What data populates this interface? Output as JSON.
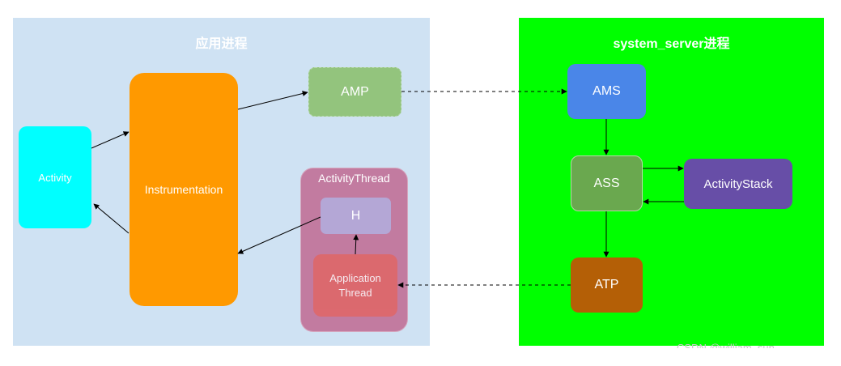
{
  "left_panel": {
    "title": "应用进程"
  },
  "right_panel": {
    "title": "system_server进程"
  },
  "nodes": {
    "activity": "Activity",
    "instrumentation": "Instrumentation",
    "amp": "AMP",
    "activity_thread": "ActivityThread",
    "h": "H",
    "application_thread": "Application\nThread",
    "ams": "AMS",
    "ass": "ASS",
    "activity_stack": "ActivityStack",
    "atp": "ATP"
  },
  "colors": {
    "left_panel_bg": "#cfe2f3",
    "right_panel_bg": "#00ff00",
    "activity": "#00ffff",
    "instrumentation": "#ff9900",
    "amp": "#93c47d",
    "activity_thread": "#c27ba0",
    "h": "#b4a7d6",
    "application_thread": "#e06666",
    "ams": "#4a86e8",
    "ass": "#6aa84f",
    "activity_stack": "#674ea7",
    "atp": "#b45f06"
  },
  "watermark": "CSDN @william_sun..."
}
